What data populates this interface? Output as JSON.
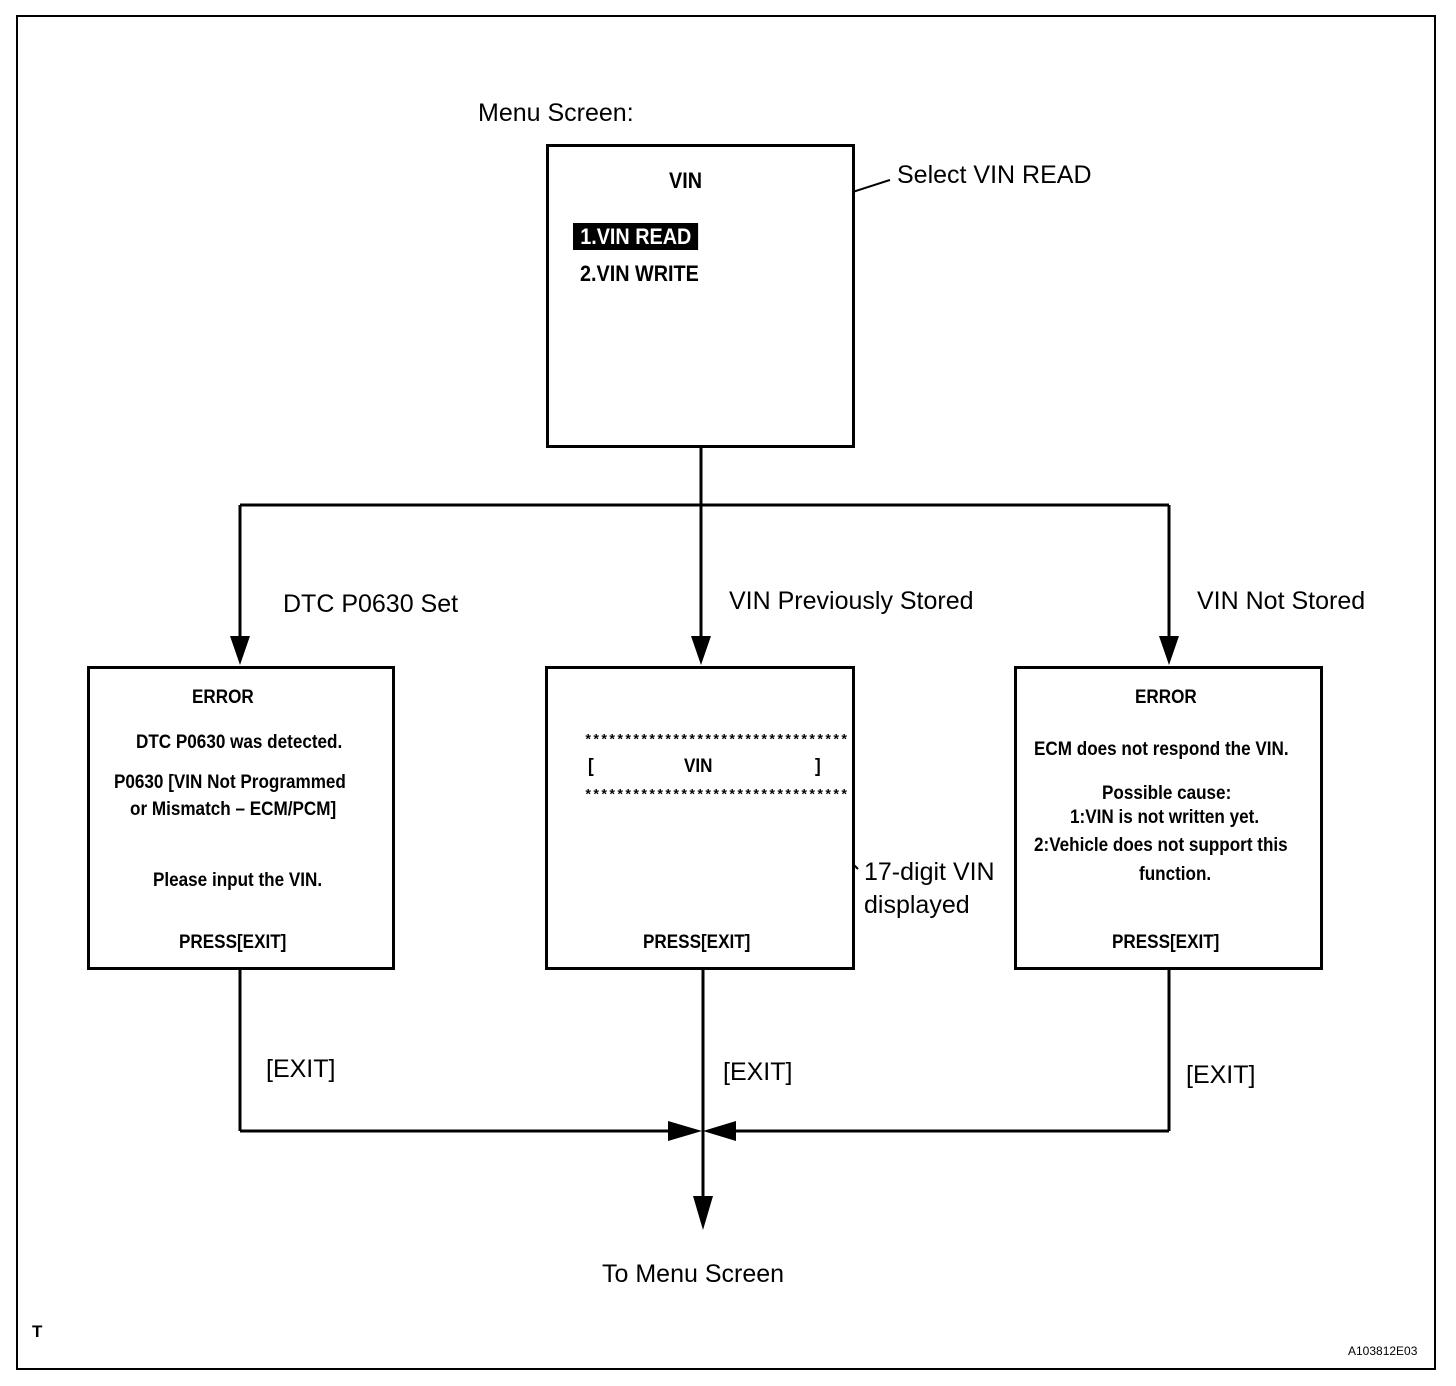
{
  "menu": {
    "caption": "Menu Screen:",
    "title": "VIN",
    "item1": "1.VIN READ",
    "item2": "2.VIN WRITE",
    "callout": "Select VIN READ"
  },
  "branches": {
    "left": "DTC P0630 Set",
    "middle": "VIN Previously Stored",
    "right": "VIN Not Stored"
  },
  "left_screen": {
    "title": "ERROR",
    "line1": "DTC P0630 was detected.",
    "line2": "P0630  [VIN Not Programmed",
    "line3": "or Mismatch – ECM/PCM]",
    "line4": "Please input the VIN.",
    "press": "PRESS[EXIT]"
  },
  "middle_screen": {
    "stars_top": "*********************************",
    "bracket_open": "[",
    "vin": "VIN",
    "bracket_close": "]",
    "stars_bottom": "*********************************",
    "press": "PRESS[EXIT]",
    "callout_line1": "17-digit VIN",
    "callout_line2": "displayed"
  },
  "right_screen": {
    "title": "ERROR",
    "line1": "ECM does not respond the VIN.",
    "line2": "Possible cause:",
    "line3": "1:VIN is not written yet.",
    "line4": "2:Vehicle does not support this",
    "line5": "function.",
    "press": "PRESS[EXIT]"
  },
  "exits": {
    "left": "[EXIT]",
    "middle": "[EXIT]",
    "right": "[EXIT]"
  },
  "footer": {
    "destination": "To Menu Screen",
    "corner_mark": "T",
    "figure_id": "A103812E03"
  }
}
